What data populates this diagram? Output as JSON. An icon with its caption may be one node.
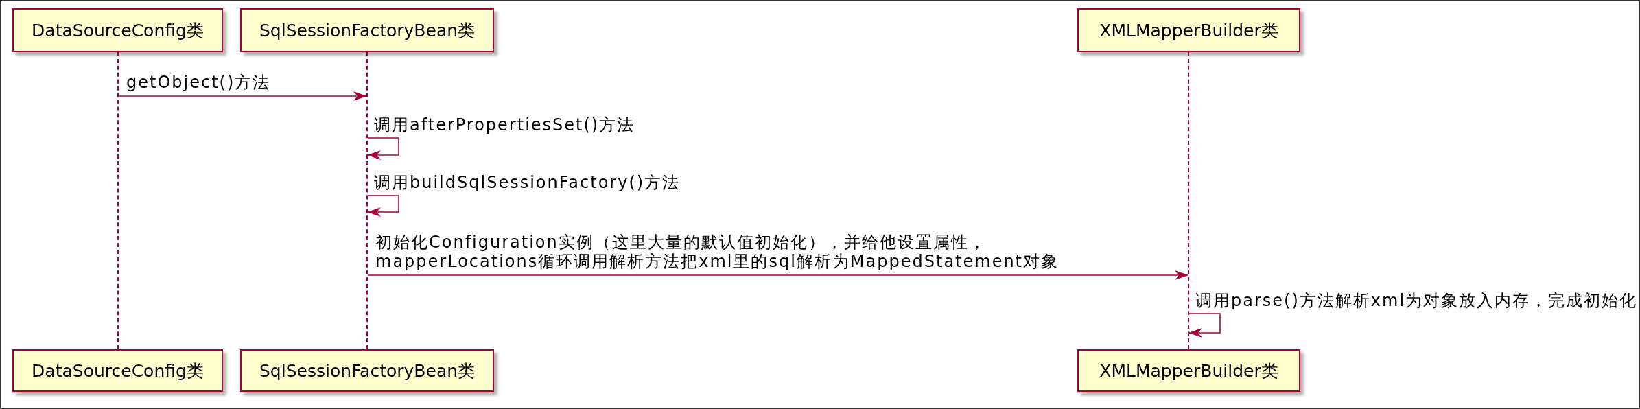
{
  "diagram": {
    "nodes": [
      {
        "text": [
          "DataSourceConfig类"
        ]
      },
      {
        "text": [
          "SqlSessionFactoryBean类"
        ]
      },
      {
        "text": [
          "XMLMapperBuilder类"
        ]
      },
      {
        "text": [
          "DataSourceConfig类"
        ]
      },
      {
        "text": [
          "SqlSessionFactoryBean类"
        ]
      },
      {
        "text": [
          "XMLMapperBuilder类"
        ]
      },
      {
        "text": [],
        "shape": "line"
      },
      {
        "text": [],
        "shape": "line"
      },
      {
        "text": [],
        "shape": "line"
      }
    ],
    "edges": [
      {
        "from": 6,
        "to": 7,
        "arrow": "to",
        "label": "getObject()方法"
      },
      {
        "from": 7,
        "to": 7,
        "arrow": "to",
        "label": "调用afterPropertiesSet()方法"
      },
      {
        "from": 7,
        "to": 7,
        "arrow": "to",
        "label": "调用buildSqlSessionFactory()方法"
      },
      {
        "from": 7,
        "to": 8,
        "arrow": "to",
        "label": "初始化Configuration实例（这里大量的默认值初始化），并给他设置属性，mapperLocations循环调用解析方法把xml里的sql解析为MappedStatement对象"
      },
      {
        "from": 8,
        "to": 8,
        "arrow": "to",
        "label": "调用parse()方法解析xml为对象放入内存，完成初始化"
      }
    ]
  }
}
